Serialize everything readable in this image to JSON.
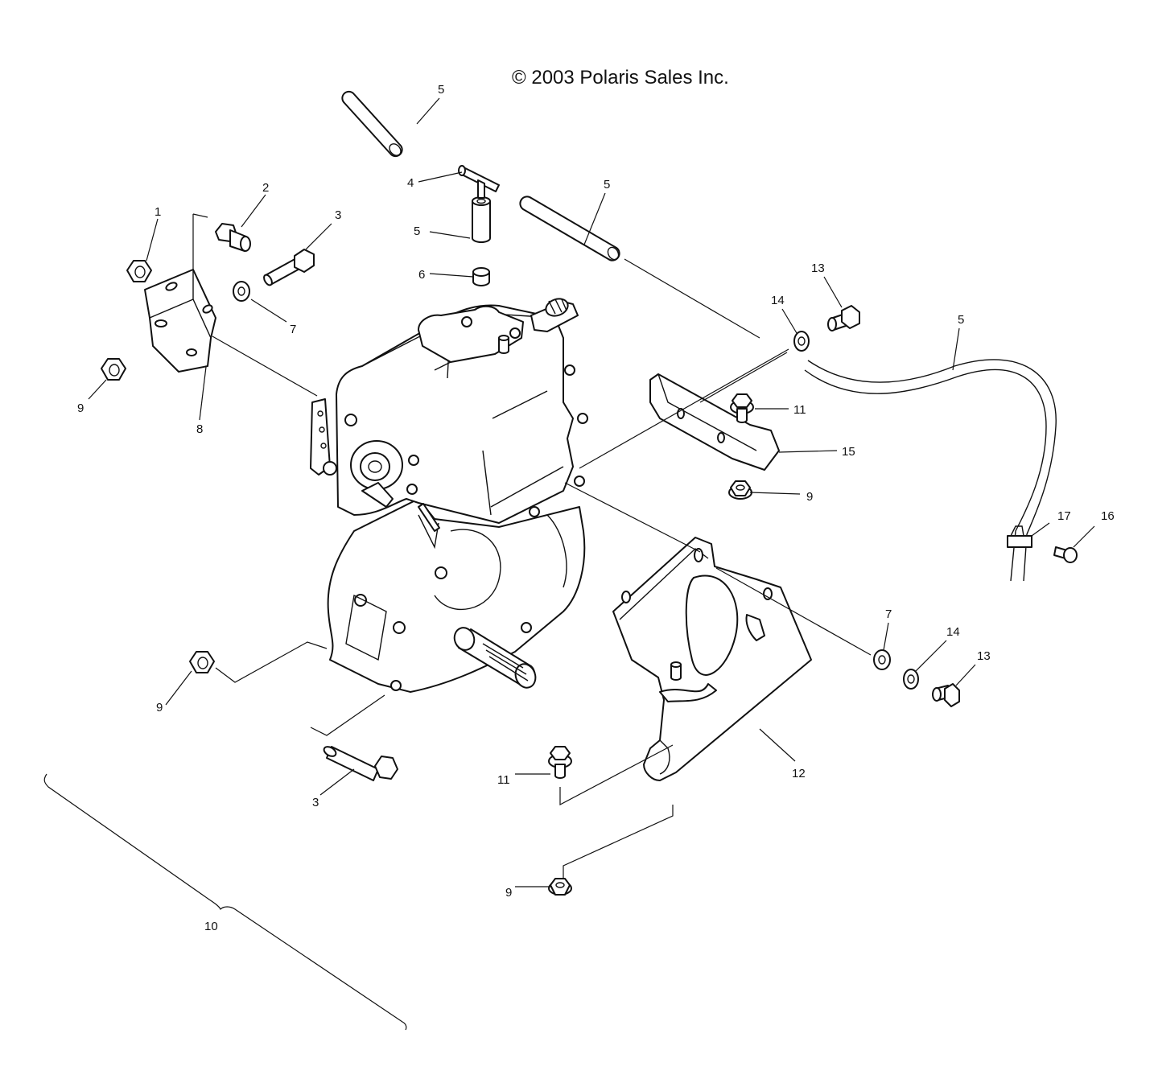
{
  "copyright": "© 2003 Polaris Sales Inc.",
  "callouts": {
    "c1": "1",
    "c2": "2",
    "c3a": "3",
    "c3b": "3",
    "c4": "4",
    "c5a": "5",
    "c5b": "5",
    "c5c": "5",
    "c5d": "5",
    "c6": "6",
    "c7a": "7",
    "c7b": "7",
    "c8": "8",
    "c9a": "9",
    "c9b": "9",
    "c9c": "9",
    "c9d": "9",
    "c10": "10",
    "c11a": "11",
    "c11b": "11",
    "c12": "12",
    "c13a": "13",
    "c13b": "13",
    "c14a": "14",
    "c14b": "14",
    "c15": "15",
    "c16": "16",
    "c17": "17"
  }
}
